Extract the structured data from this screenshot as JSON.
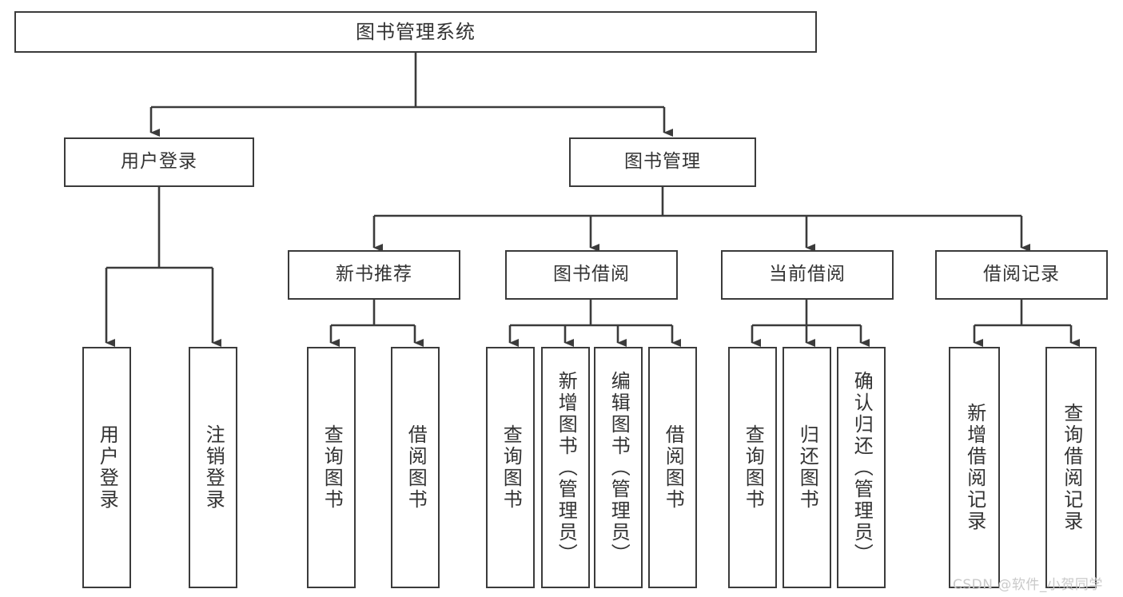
{
  "diagram": {
    "type": "tree",
    "title": "图书管理系统",
    "orientation": "top-down",
    "colors": {
      "box_border": "#3b3b3b",
      "box_fill": "#ffffff",
      "text": "#333333",
      "edge": "#3b3b3b",
      "watermark": "#c9c9c9",
      "background": "#ffffff"
    },
    "root": {
      "label": "图书管理系统"
    },
    "level2": [
      {
        "id": "user-login",
        "label": "用户登录"
      },
      {
        "id": "book-management",
        "label": "图书管理"
      }
    ],
    "level3": [
      {
        "id": "new-book-recommend",
        "label": "新书推荐",
        "parent": "book-management"
      },
      {
        "id": "book-borrow",
        "label": "图书借阅",
        "parent": "book-management"
      },
      {
        "id": "current-borrow",
        "label": "当前借阅",
        "parent": "book-management"
      },
      {
        "id": "borrow-record",
        "label": "借阅记录",
        "parent": "book-management"
      }
    ],
    "leaves": [
      {
        "id": "leaf-user-login",
        "label": "用户登录",
        "parent": "user-login"
      },
      {
        "id": "leaf-logout",
        "label": "注销登录",
        "parent": "user-login"
      },
      {
        "id": "leaf-query-book-1",
        "label": "查询图书",
        "parent": "new-book-recommend"
      },
      {
        "id": "leaf-borrow-book-1",
        "label": "借阅图书",
        "parent": "new-book-recommend"
      },
      {
        "id": "leaf-query-book-2",
        "label": "查询图书",
        "parent": "book-borrow"
      },
      {
        "id": "leaf-add-book",
        "label": "新增图书（管理员）",
        "parent": "book-borrow"
      },
      {
        "id": "leaf-edit-book",
        "label": "编辑图书（管理员）",
        "parent": "book-borrow"
      },
      {
        "id": "leaf-borrow-book-2",
        "label": "借阅图书",
        "parent": "book-borrow"
      },
      {
        "id": "leaf-query-book-3",
        "label": "查询图书",
        "parent": "current-borrow"
      },
      {
        "id": "leaf-return-book",
        "label": "归还图书",
        "parent": "current-borrow"
      },
      {
        "id": "leaf-confirm-return",
        "label": "确认归还（管理员）",
        "parent": "current-borrow"
      },
      {
        "id": "leaf-add-record",
        "label": "新增借阅记录",
        "parent": "borrow-record"
      },
      {
        "id": "leaf-query-record",
        "label": "查询借阅记录",
        "parent": "borrow-record"
      }
    ]
  },
  "watermark": {
    "text": "CSDN @软件_小贺同学"
  }
}
